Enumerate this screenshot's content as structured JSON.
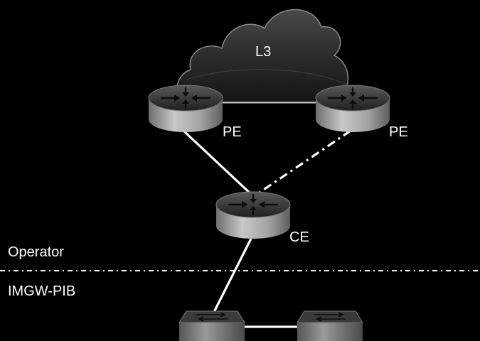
{
  "cloud": {
    "label": "L3"
  },
  "routers": {
    "pe_left": {
      "label": "PE"
    },
    "pe_right": {
      "label": "PE"
    },
    "ce": {
      "label": "CE"
    }
  },
  "zones": {
    "upper": "Operator",
    "lower": "IMGW-PIB"
  },
  "icons": [
    "cloud-icon",
    "router-icon",
    "switch-icon"
  ],
  "colors": {
    "background": "#000000",
    "link": "#ffffff",
    "router_body": "#8f8f8f",
    "router_top": "#3a3a3a",
    "cloud": "#2a2a2a"
  }
}
